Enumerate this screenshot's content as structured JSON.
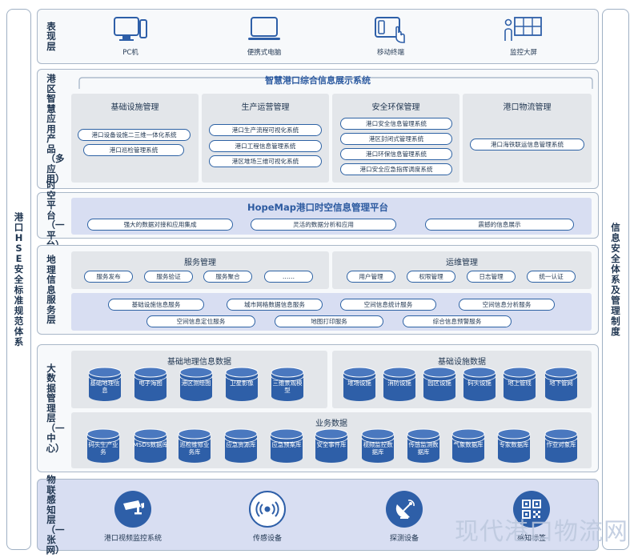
{
  "side": {
    "left": "港口HSE安全标准规范体系",
    "right": "信息安全体系及管理制度"
  },
  "presentation": {
    "name": "表现层",
    "devices": [
      {
        "label": "PC机",
        "icon": "pc-monitor-icon"
      },
      {
        "label": "便携式电脑",
        "icon": "laptop-icon"
      },
      {
        "label": "移动终端",
        "icon": "mobile-tablet-icon"
      },
      {
        "label": "监控大屏",
        "icon": "video-wall-icon"
      }
    ]
  },
  "apps": {
    "name": "港区智慧应用产品（多应用）",
    "system_title": "智慧港口综合信息展示系统",
    "groups": [
      {
        "title": "基础设施管理",
        "items": [
          "港口设备设施二三维一体化系统",
          "港口巡检管理系统"
        ]
      },
      {
        "title": "生产运营管理",
        "items": [
          "港口生产流程可视化系统",
          "港口工程信息管理系统",
          "港区堆场三维可视化系统"
        ]
      },
      {
        "title": "安全环保管理",
        "items": [
          "港口安全信息管理系统",
          "港区封闭式管理系统",
          "港口环保信息管理系统",
          "港口安全应急指挥调度系统"
        ]
      },
      {
        "title": "港口物流管理",
        "items": [
          "港口海铁联运信息管理系统"
        ]
      }
    ]
  },
  "platform": {
    "name": "时空平台（一平台）",
    "title": "HopeMap港口时空信息管理平台",
    "features": [
      "强大的数据对接和应用集成",
      "灵活的数据分析和应用",
      "震撼的信息展示"
    ]
  },
  "gis": {
    "name": "地理信息服务层",
    "service_mgmt": {
      "title": "服务管理",
      "items": [
        "服务发布",
        "服务验证",
        "服务聚合",
        "……"
      ]
    },
    "ops_mgmt": {
      "title": "运维管理",
      "items": [
        "用户管理",
        "权限管理",
        "日志管理",
        "统一认证"
      ]
    },
    "services_row1": [
      "基础设施信息服务",
      "城市网格数据信息服务",
      "空间信息统计服务",
      "空间信息分析服务"
    ],
    "services_row2": [
      "空间信息定位服务",
      "地图打印服务",
      "综合信息预警服务"
    ]
  },
  "data": {
    "name": "大数据管理层（一中心）",
    "geo": {
      "title": "基础地理信息数据",
      "items": [
        "基础地理信息",
        "电子海图",
        "港区测绘图",
        "卫星影像",
        "三维景观模型"
      ]
    },
    "infra": {
      "title": "基础设施数据",
      "items": [
        "堆场设施",
        "消防设施",
        "园区设施",
        "码头设施",
        "地上管线",
        "地下管网"
      ]
    },
    "biz": {
      "title": "业务数据",
      "items": [
        "码头生产业务",
        "MSDS数据库",
        "巡检维修业务库",
        "应急资源库",
        "应急预案库",
        "安全事件库",
        "视频监控数据库",
        "传感监测数据库",
        "气象数据库",
        "专家数据库",
        "作业对象库"
      ]
    }
  },
  "iot": {
    "name": "物联感知层（一张网）",
    "items": [
      {
        "label": "港口视频监控系统",
        "icon": "cctv-camera-icon"
      },
      {
        "label": "传感设备",
        "icon": "signal-sensor-icon"
      },
      {
        "label": "探测设备",
        "icon": "radar-dish-icon"
      },
      {
        "label": "感知标签",
        "icon": "qr-code-icon"
      }
    ]
  },
  "watermark": "现代港口物流网",
  "colors": {
    "accent": "#2e5fa8",
    "title_blue": "#2c5aa0",
    "band": "#d8def2",
    "group_gray": "#e3e6ea"
  }
}
